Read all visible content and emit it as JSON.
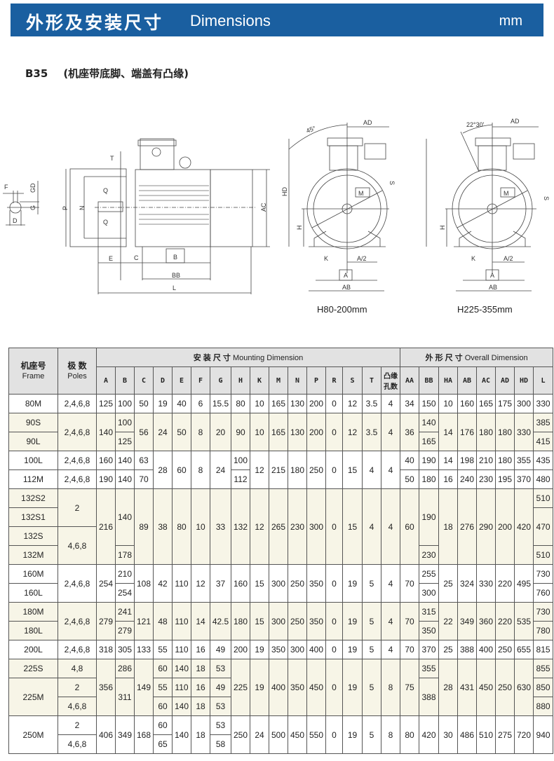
{
  "header": {
    "title_cn": "外形及安装尺寸",
    "title_en": "Dimensions",
    "unit": "mm"
  },
  "subtitle": {
    "model": "B35",
    "desc": "(机座带底脚、端盖有凸缘)"
  },
  "drawing": {
    "side_labels": [
      "F",
      "GD",
      "G",
      "D",
      "T",
      "Q",
      "Q",
      "P",
      "N",
      "AC",
      "E",
      "C",
      "B",
      "BB",
      "L"
    ],
    "front1_labels": [
      "45°",
      "AD",
      "HD",
      "S",
      "M",
      "H",
      "K",
      "A/2",
      "A",
      "AB"
    ],
    "front2_labels": [
      "22°30'",
      "AD",
      "S",
      "M",
      "H",
      "K",
      "A/2",
      "A",
      "AB"
    ],
    "caption1": "H80-200mm",
    "caption2": "H225-355mm"
  },
  "table": {
    "frame_cn": "机座号",
    "frame_en": "Frame",
    "poles_cn": "极 数",
    "poles_en": "Poles",
    "mounting_cn": "安 装 尺 寸",
    "mounting_en": "Mounting Dimension",
    "overall_cn": "外 形 尺 寸",
    "overall_en": "Overall Dimension",
    "mount_cols": [
      "A",
      "B",
      "C",
      "D",
      "E",
      "F",
      "G",
      "H",
      "K",
      "M",
      "N",
      "P",
      "R",
      "S",
      "T",
      "凸缘孔数"
    ],
    "overall_cols": [
      "AA",
      "BB",
      "HA",
      "AB",
      "AC",
      "AD",
      "HD",
      "L"
    ],
    "rows": [
      {
        "shaded": false,
        "cells": [
          "80M",
          "2,4,6,8",
          "125",
          "100",
          "50",
          "19",
          "40",
          "6",
          "15.5",
          "80",
          "10",
          "165",
          "130",
          "200",
          "0",
          "12",
          "3.5",
          "4",
          "34",
          "150",
          "10",
          "160",
          "165",
          "175",
          "300",
          "330"
        ]
      },
      {
        "shaded": true,
        "cells": [
          "90S",
          [
            "2,4,6,8",
            2
          ],
          [
            "140",
            2
          ],
          "100",
          [
            "56",
            2
          ],
          [
            "24",
            2
          ],
          [
            "50",
            2
          ],
          [
            "8",
            2
          ],
          [
            "20",
            2
          ],
          [
            "90",
            2
          ],
          [
            "10",
            2
          ],
          [
            "165",
            2
          ],
          [
            "130",
            2
          ],
          [
            "200",
            2
          ],
          [
            "0",
            2
          ],
          [
            "12",
            2
          ],
          [
            "3.5",
            2
          ],
          [
            "4",
            2
          ],
          [
            "36",
            2
          ],
          "140",
          [
            "14",
            2
          ],
          [
            "176",
            2
          ],
          [
            "180",
            2
          ],
          [
            "180",
            2
          ],
          [
            "330",
            2
          ],
          "385"
        ]
      },
      {
        "shaded": true,
        "cells": [
          "90L",
          "125",
          "165",
          "415"
        ]
      },
      {
        "shaded": false,
        "cells": [
          "100L",
          "2,4,6,8",
          "160",
          "140",
          "63",
          [
            "28",
            2
          ],
          [
            "60",
            2
          ],
          [
            "8",
            2
          ],
          [
            "24",
            2
          ],
          "100",
          [
            "12",
            2
          ],
          [
            "215",
            2
          ],
          [
            "180",
            2
          ],
          [
            "250",
            2
          ],
          [
            "0",
            2
          ],
          [
            "15",
            2
          ],
          [
            "4",
            2
          ],
          [
            "4",
            2
          ],
          "40",
          "190",
          "14",
          "198",
          "210",
          "180",
          "355",
          "435"
        ]
      },
      {
        "shaded": false,
        "cells": [
          "112M",
          "2,4,6,8",
          "190",
          "140",
          "70",
          "112",
          "50",
          "180",
          "16",
          "240",
          "230",
          "195",
          "370",
          "480"
        ]
      },
      {
        "shaded": true,
        "cells": [
          "132S2",
          [
            "2",
            2
          ],
          [
            "216",
            4
          ],
          [
            "140",
            3
          ],
          [
            "89",
            4
          ],
          [
            "38",
            4
          ],
          [
            "80",
            4
          ],
          [
            "10",
            4
          ],
          [
            "33",
            4
          ],
          [
            "132",
            4
          ],
          [
            "12",
            4
          ],
          [
            "265",
            4
          ],
          [
            "230",
            4
          ],
          [
            "300",
            4
          ],
          [
            "0",
            4
          ],
          [
            "15",
            4
          ],
          [
            "4",
            4
          ],
          [
            "4",
            4
          ],
          [
            "60",
            4
          ],
          [
            "190",
            3
          ],
          [
            "18",
            4
          ],
          [
            "276",
            4
          ],
          [
            "290",
            4
          ],
          [
            "200",
            4
          ],
          [
            "420",
            4
          ],
          "510"
        ]
      },
      {
        "shaded": true,
        "cells": [
          "132S1",
          [
            "470",
            2
          ]
        ]
      },
      {
        "shaded": true,
        "cells": [
          "132S",
          [
            "4,6,8",
            2
          ]
        ]
      },
      {
        "shaded": true,
        "cells": [
          "132M",
          "178",
          "230",
          "510"
        ]
      },
      {
        "shaded": false,
        "cells": [
          "160M",
          [
            "2,4,6,8",
            2
          ],
          [
            "254",
            2
          ],
          "210",
          [
            "108",
            2
          ],
          [
            "42",
            2
          ],
          [
            "110",
            2
          ],
          [
            "12",
            2
          ],
          [
            "37",
            2
          ],
          [
            "160",
            2
          ],
          [
            "15",
            2
          ],
          [
            "300",
            2
          ],
          [
            "250",
            2
          ],
          [
            "350",
            2
          ],
          [
            "0",
            2
          ],
          [
            "19",
            2
          ],
          [
            "5",
            2
          ],
          [
            "4",
            2
          ],
          [
            "70",
            2
          ],
          "255",
          [
            "25",
            2
          ],
          [
            "324",
            2
          ],
          [
            "330",
            2
          ],
          [
            "220",
            2
          ],
          [
            "495",
            2
          ],
          "730"
        ]
      },
      {
        "shaded": false,
        "cells": [
          "160L",
          "254",
          "300",
          "760"
        ]
      },
      {
        "shaded": true,
        "cells": [
          "180M",
          [
            "2,4,6,8",
            2
          ],
          [
            "279",
            2
          ],
          "241",
          [
            "121",
            2
          ],
          [
            "48",
            2
          ],
          [
            "110",
            2
          ],
          [
            "14",
            2
          ],
          [
            "42.5",
            2
          ],
          [
            "180",
            2
          ],
          [
            "15",
            2
          ],
          [
            "300",
            2
          ],
          [
            "250",
            2
          ],
          [
            "350",
            2
          ],
          [
            "0",
            2
          ],
          [
            "19",
            2
          ],
          [
            "5",
            2
          ],
          [
            "4",
            2
          ],
          [
            "70",
            2
          ],
          "315",
          [
            "22",
            2
          ],
          [
            "349",
            2
          ],
          [
            "360",
            2
          ],
          [
            "220",
            2
          ],
          [
            "535",
            2
          ],
          "730"
        ]
      },
      {
        "shaded": true,
        "cells": [
          "180L",
          "279",
          "350",
          "780"
        ]
      },
      {
        "shaded": false,
        "cells": [
          "200L",
          "2,4,6,8",
          "318",
          "305",
          "133",
          "55",
          "110",
          "16",
          "49",
          "200",
          "19",
          "350",
          "300",
          "400",
          "0",
          "19",
          "5",
          "4",
          "70",
          "370",
          "25",
          "388",
          "400",
          "250",
          "655",
          "815"
        ]
      },
      {
        "shaded": true,
        "cells": [
          "225S",
          "4,8",
          [
            "356",
            3
          ],
          "286",
          [
            "149",
            3
          ],
          "60",
          "140",
          "18",
          "53",
          [
            "225",
            3
          ],
          [
            "19",
            3
          ],
          [
            "400",
            3
          ],
          [
            "350",
            3
          ],
          [
            "450",
            3
          ],
          [
            "0",
            3
          ],
          [
            "19",
            3
          ],
          [
            "5",
            3
          ],
          [
            "8",
            3
          ],
          [
            "75",
            3
          ],
          "355",
          [
            "28",
            3
          ],
          [
            "431",
            3
          ],
          [
            "450",
            3
          ],
          [
            "250",
            3
          ],
          [
            "630",
            3
          ],
          "855"
        ]
      },
      {
        "shaded": true,
        "cells": [
          [
            "225M",
            2
          ],
          "2",
          [
            "311",
            2
          ],
          "55",
          "110",
          "16",
          "49",
          [
            "388",
            2
          ],
          "850"
        ]
      },
      {
        "shaded": true,
        "cells": [
          "4,6,8",
          "60",
          "140",
          "18",
          "53",
          "880"
        ]
      },
      {
        "shaded": false,
        "cells": [
          [
            "250M",
            2
          ],
          "2",
          [
            "406",
            2
          ],
          [
            "349",
            2
          ],
          [
            "168",
            2
          ],
          "60",
          [
            "140",
            2
          ],
          [
            "18",
            2
          ],
          "53",
          [
            "250",
            2
          ],
          [
            "24",
            2
          ],
          [
            "500",
            2
          ],
          [
            "450",
            2
          ],
          [
            "550",
            2
          ],
          [
            "0",
            2
          ],
          [
            "19",
            2
          ],
          [
            "5",
            2
          ],
          [
            "8",
            2
          ],
          [
            "80",
            2
          ],
          [
            "420",
            2
          ],
          [
            "30",
            2
          ],
          [
            "486",
            2
          ],
          [
            "510",
            2
          ],
          [
            "275",
            2
          ],
          [
            "720",
            2
          ],
          [
            "940",
            2
          ]
        ]
      },
      {
        "shaded": false,
        "cells": [
          "4,6,8",
          "65",
          "58"
        ]
      }
    ]
  }
}
